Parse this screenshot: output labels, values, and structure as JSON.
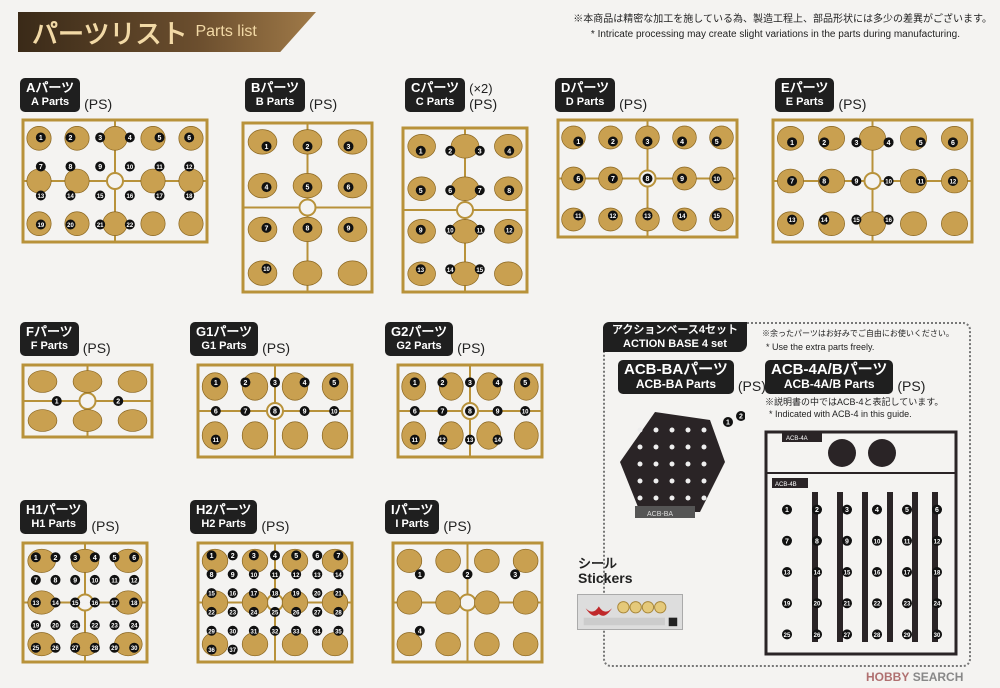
{
  "header": {
    "title_jp": "パーツリスト",
    "title_en": "Parts list",
    "note_jp": "※本商品は精密な加工を施している為、製造工程上、部品形状には多少の差異がございます。",
    "note_en": "* Intricate processing may create slight variations in the parts during manufacturing."
  },
  "runners": [
    {
      "id": "A",
      "label_jp": "Aパーツ",
      "label_en": "A Parts",
      "material": "(PS)",
      "max": 22
    },
    {
      "id": "B",
      "label_jp": "Bパーツ",
      "label_en": "B Parts",
      "material": "(PS)",
      "max": 10
    },
    {
      "id": "C",
      "label_jp": "Cパーツ",
      "label_en": "C Parts",
      "material": "(PS)",
      "qty": "(×2)",
      "max": 15
    },
    {
      "id": "D",
      "label_jp": "Dパーツ",
      "label_en": "D Parts",
      "material": "(PS)",
      "max": 15
    },
    {
      "id": "E",
      "label_jp": "Eパーツ",
      "label_en": "E Parts",
      "material": "(PS)",
      "max": 16
    },
    {
      "id": "F",
      "label_jp": "Fパーツ",
      "label_en": "F Parts",
      "material": "(PS)",
      "max": 2
    },
    {
      "id": "G1",
      "label_jp": "G1パーツ",
      "label_en": "G1 Parts",
      "material": "(PS)",
      "max": 11
    },
    {
      "id": "G2",
      "label_jp": "G2パーツ",
      "label_en": "G2 Parts",
      "material": "(PS)",
      "max": 14
    },
    {
      "id": "H1",
      "label_jp": "H1パーツ",
      "label_en": "H1 Parts",
      "material": "(PS)",
      "max": 30
    },
    {
      "id": "H2",
      "label_jp": "H2パーツ",
      "label_en": "H2 Parts",
      "material": "(PS)",
      "max": 37
    },
    {
      "id": "I",
      "label_jp": "Iパーツ",
      "label_en": "I Parts",
      "material": "(PS)",
      "max": 4
    }
  ],
  "action_base": {
    "title_jp": "アクションベース4セット",
    "title_en": "ACTION BASE 4 set",
    "note_jp": "※余ったパーツはお好みでご自由にお使いください。",
    "note_en": "* Use the extra parts freely.",
    "ba": {
      "label_jp": "ACB-BAパーツ",
      "label_en": "ACB-BA Parts",
      "material": "(PS)",
      "max": 2,
      "plate": "ACB-BA"
    },
    "ab": {
      "label_jp": "ACB-4A/Bパーツ",
      "label_en": "ACB-4A/B Parts",
      "material": "(PS)",
      "max": 30,
      "note_jp": "※説明書の中ではACB-4と表記しています。",
      "note_en": "* Indicated with ACB-4 in this guide.",
      "tag_a": "ACB-4A",
      "tag_b": "ACB-4B"
    }
  },
  "stickers": {
    "title_jp": "シール",
    "title_en": "Stickers"
  },
  "watermark": {
    "a": "HOBBY",
    "b": "SEARCH"
  },
  "colors": {
    "gold": "#b8923a",
    "gold_dark": "#8a6620",
    "runner_dark": "#2a2426"
  }
}
